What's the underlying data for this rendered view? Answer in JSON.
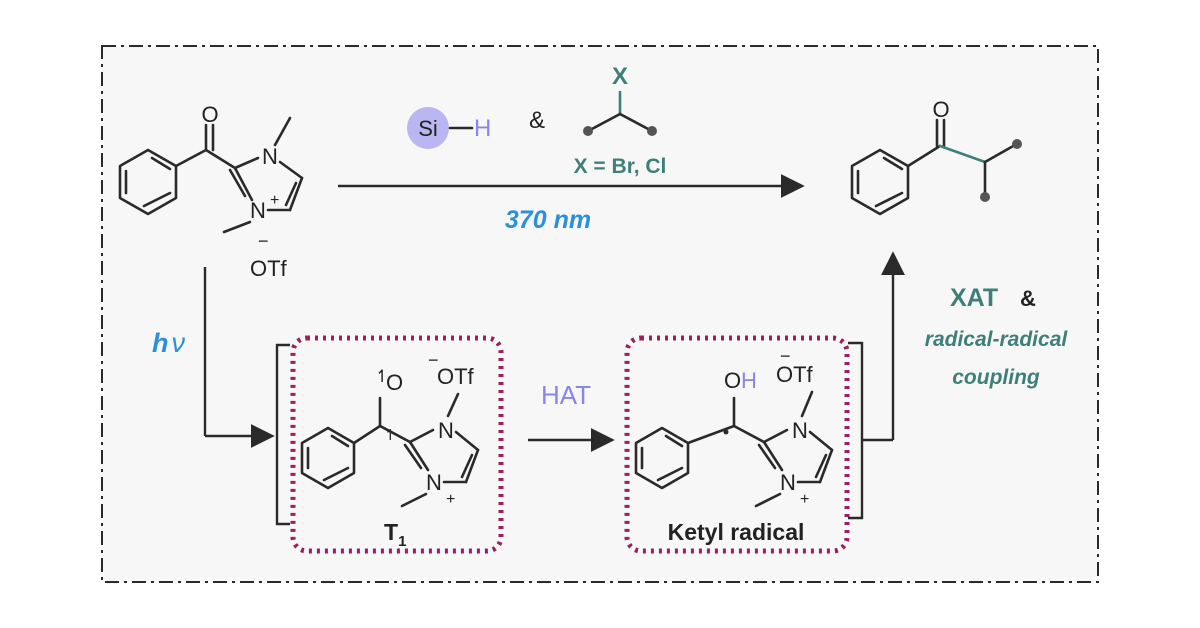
{
  "scheme": {
    "reagents": {
      "si_circle_label": "Si",
      "h_label": "H",
      "ampersand": "&",
      "halide_atom": "X",
      "halide_condition": "X = Br, Cl"
    },
    "condition_wavelength": "370 nm",
    "starting_material": {
      "carbonyl_o": "O",
      "n_top": "N",
      "n_bottom": "N",
      "charge_plus": "+",
      "charge_minus": "−",
      "counterion": "OTf"
    },
    "light_label_h": "h",
    "light_label_nu": "ν",
    "triplet": {
      "o_label": "O",
      "n_top": "N",
      "n_bottom": "N",
      "charge_plus": "+",
      "counterion": "OTf",
      "charge_minus": "−",
      "caption_main": "T",
      "caption_sub": "1"
    },
    "hat_label": "HAT",
    "ketyl": {
      "o_label": "O",
      "h_label": "H",
      "n_top": "N",
      "n_bottom": "N",
      "charge_plus": "+",
      "counterion": "OTf",
      "charge_minus": "−",
      "caption": "Ketyl radical"
    },
    "product": {
      "carbonyl_o": "O"
    },
    "pathway": {
      "xat": "XAT",
      "ampersand": "&",
      "line1": "radical-radical",
      "line2": "coupling"
    }
  },
  "colors": {
    "frame_background": "#f7f7f7",
    "blue_text": "#2b8fd9",
    "teal": "#3f7f79",
    "purple": "#8a86e8",
    "si_circle": "#b9b6f2",
    "magenta_box": "#9b1f5c"
  }
}
